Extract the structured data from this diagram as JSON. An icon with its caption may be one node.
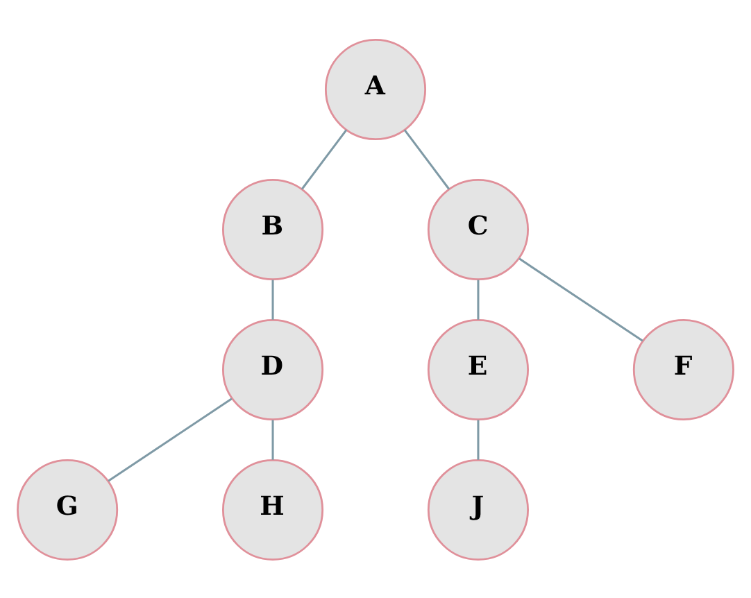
{
  "diagram": {
    "nodes": [
      {
        "text": [
          "A"
        ]
      },
      {
        "text": [
          "B"
        ]
      },
      {
        "text": [
          "C"
        ]
      },
      {
        "text": [
          "D"
        ]
      },
      {
        "text": [
          "E"
        ]
      },
      {
        "text": [
          "F"
        ]
      },
      {
        "text": [
          "G"
        ]
      },
      {
        "text": [
          "H"
        ]
      },
      {
        "text": [
          "J"
        ]
      }
    ],
    "edges": [
      {
        "from": 0,
        "to": 1,
        "arrow": "none"
      },
      {
        "from": 0,
        "to": 2,
        "arrow": "none"
      },
      {
        "from": 1,
        "to": 3,
        "arrow": "none"
      },
      {
        "from": 2,
        "to": 4,
        "arrow": "none"
      },
      {
        "from": 2,
        "to": 5,
        "arrow": "none"
      },
      {
        "from": 3,
        "to": 6,
        "arrow": "none"
      },
      {
        "from": 3,
        "to": 7,
        "arrow": "none"
      },
      {
        "from": 4,
        "to": 8,
        "arrow": "none"
      }
    ]
  }
}
